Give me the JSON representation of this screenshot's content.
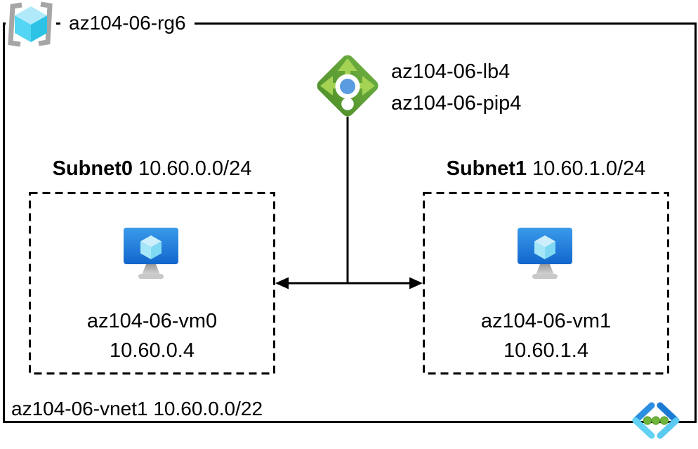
{
  "diagram": {
    "title_hint": "Azure load balancer lab topology",
    "resource_group": {
      "label": "az104-06-rg6",
      "icon": "resource-group-icon"
    },
    "load_balancer": {
      "name": "az104-06-lb4",
      "public_ip": "az104-06-pip4",
      "icon": "load-balancer-icon"
    },
    "subnets": [
      {
        "name": "Subnet0",
        "cidr": "10.60.0.0/24",
        "vm": {
          "name": "az104-06-vm0",
          "ip": "10.60.0.4",
          "icon": "virtual-machine-icon"
        }
      },
      {
        "name": "Subnet1",
        "cidr": "10.60.1.0/24",
        "vm": {
          "name": "az104-06-vm1",
          "ip": "10.60.1.4",
          "icon": "virtual-machine-icon"
        }
      }
    ],
    "vnet": {
      "label": "az104-06-vnet1 10.60.0.0/22",
      "icon": "virtual-network-icon"
    },
    "colors": {
      "border_black": "#000000",
      "rg_bracket_gray": "#a6a6a6",
      "rg_cube_top": "#b0eafa",
      "rg_cube_left": "#52d6f3",
      "rg_cube_right": "#2cc3e6",
      "lb_diamond_green": "#5da136",
      "lb_arrow_green": "#a4d353",
      "lb_dot_blue": "#5b9be0",
      "vm_screen_top_blue": "#3a9bea",
      "vm_screen_bottom_blue": "#1266cc",
      "vm_cube_light": "#cdeffc",
      "vnet_chevron_blue": "#1b7bd4",
      "vnet_chevron_cyan": "#5bc9f0",
      "vnet_dot_green": "#6fb53c"
    }
  }
}
